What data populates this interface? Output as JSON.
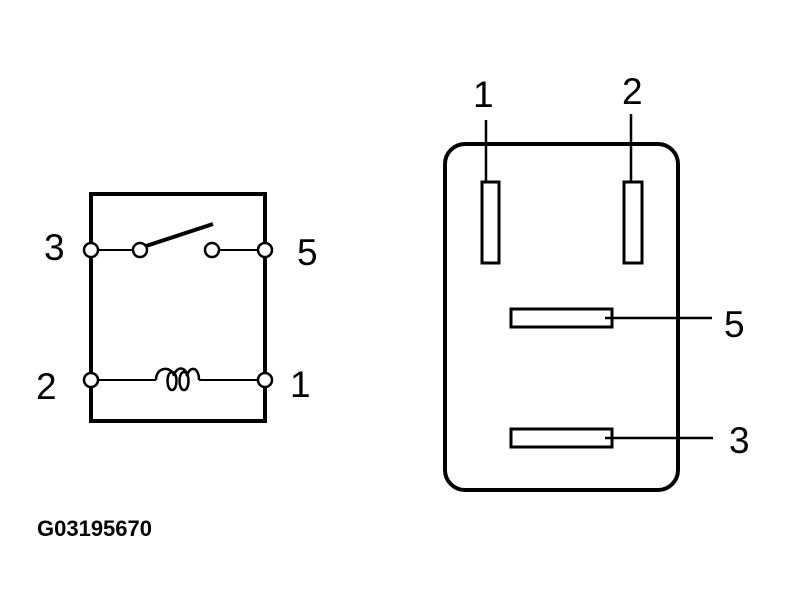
{
  "figure_code": "G03195670",
  "colors": {
    "stroke": "#000000",
    "background": "#ffffff"
  },
  "schematic": {
    "title": "relay-schematic",
    "terminals": {
      "top_left": "3",
      "top_right": "5",
      "bottom_left": "2",
      "bottom_right": "1"
    },
    "elements": [
      "normally-open-switch",
      "coil"
    ]
  },
  "connector": {
    "title": "relay-connector-pin-view",
    "pins": {
      "vertical_left": "1",
      "vertical_right": "2",
      "horizontal_upper": "5",
      "horizontal_lower": "3"
    }
  }
}
